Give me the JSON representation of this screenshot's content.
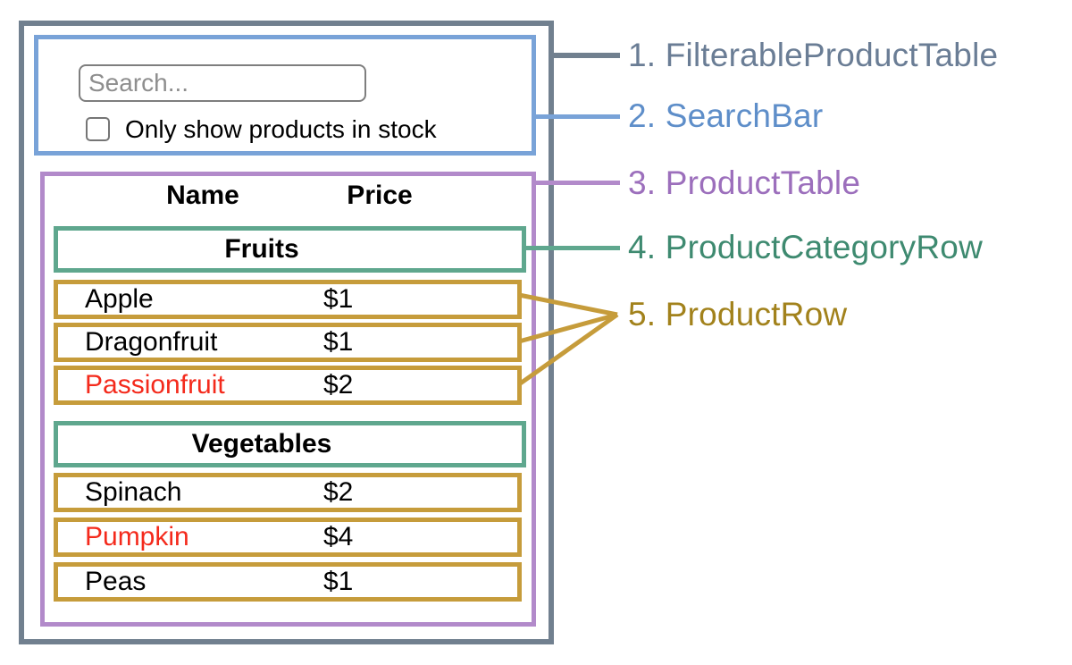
{
  "mockup": {
    "search_bar": {
      "input_placeholder": "Search...",
      "checkbox_label": "Only show products in stock",
      "checkbox_checked": false
    },
    "product_table": {
      "name_header": "Name",
      "price_header": "Price",
      "sections": [
        {
          "category": "Fruits",
          "rows": [
            {
              "name": "Apple",
              "price": "$1",
              "out_of_stock": false
            },
            {
              "name": "Dragonfruit",
              "price": "$1",
              "out_of_stock": false
            },
            {
              "name": "Passionfruit",
              "price": "$2",
              "out_of_stock": true
            }
          ]
        },
        {
          "category": "Vegetables",
          "rows": [
            {
              "name": "Spinach",
              "price": "$2",
              "out_of_stock": false
            },
            {
              "name": "Pumpkin",
              "price": "$4",
              "out_of_stock": true
            },
            {
              "name": "Peas",
              "price": "$1",
              "out_of_stock": false
            }
          ]
        }
      ]
    }
  },
  "legend": {
    "items": [
      {
        "label": "1. FilterableProductTable",
        "color": "#6a7d95"
      },
      {
        "label": "2. SearchBar",
        "color": "#5e8ec9"
      },
      {
        "label": "3. ProductTable",
        "color": "#9c6fbc"
      },
      {
        "label": "4. ProductCategoryRow",
        "color": "#3e8a70"
      },
      {
        "label": "5. ProductRow",
        "color": "#a2821c"
      }
    ]
  },
  "colors": {
    "filterable_product_table_border": "#71808f",
    "search_bar_border": "#79a3d8",
    "product_table_border": "#b28aca",
    "product_category_row_border": "#5fa78e",
    "product_row_border": "#c69c3b",
    "out_of_stock_text": "#f42a1c"
  }
}
